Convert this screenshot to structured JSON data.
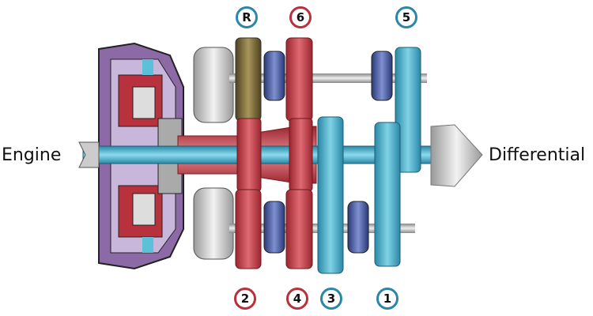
{
  "labels": {
    "input": "Engine",
    "output": "Differential"
  },
  "gears": {
    "reverse": "R",
    "sixth": "6",
    "fifth": "5",
    "second": "2",
    "fourth": "4",
    "third": "3",
    "first": "1"
  },
  "colors": {
    "odd_shaft": "#2b87a6",
    "even_shaft": "#b7323c",
    "reverse": "#6d5d2c",
    "synchro": "#3b4c8c",
    "housing": "#8c6aa6"
  }
}
